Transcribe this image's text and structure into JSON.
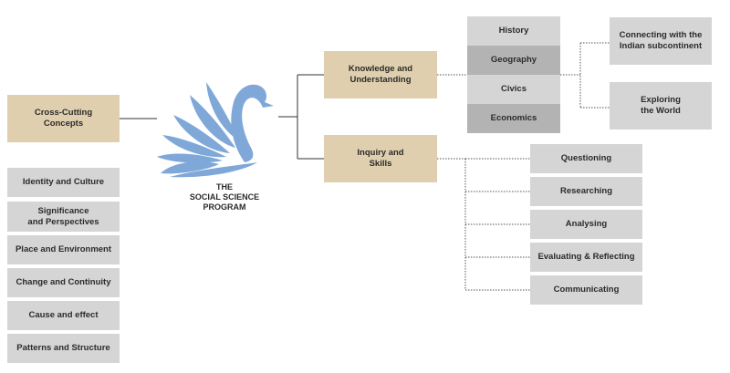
{
  "logo": {
    "text": "THE\nSOCIAL SCIENCE\nPROGRAM",
    "color": "#7fa8d8"
  },
  "colors": {
    "tan": "#dfcfae",
    "grey": "#d5d5d5",
    "dark_grey": "#b3b3b3",
    "line": "#333333"
  },
  "cross_cutting": {
    "title": "Cross-Cutting\nConcepts",
    "items": [
      "Identity and Culture",
      "Significance\nand Perspectives",
      "Place and Environment",
      "Change and Continuity",
      "Cause and effect",
      "Patterns and Structure"
    ]
  },
  "knowledge": {
    "title": "Knowledge and\nUnderstanding",
    "subjects": [
      "History",
      "Geography",
      "Civics",
      "Economics"
    ],
    "outcomes": [
      "Connecting with the\nIndian subcontinent",
      "Exploring\nthe World"
    ]
  },
  "inquiry": {
    "title": "Inquiry and\nSkills",
    "skills": [
      "Questioning",
      "Researching",
      "Analysing",
      "Evaluating & Reflecting",
      "Communicating"
    ]
  }
}
